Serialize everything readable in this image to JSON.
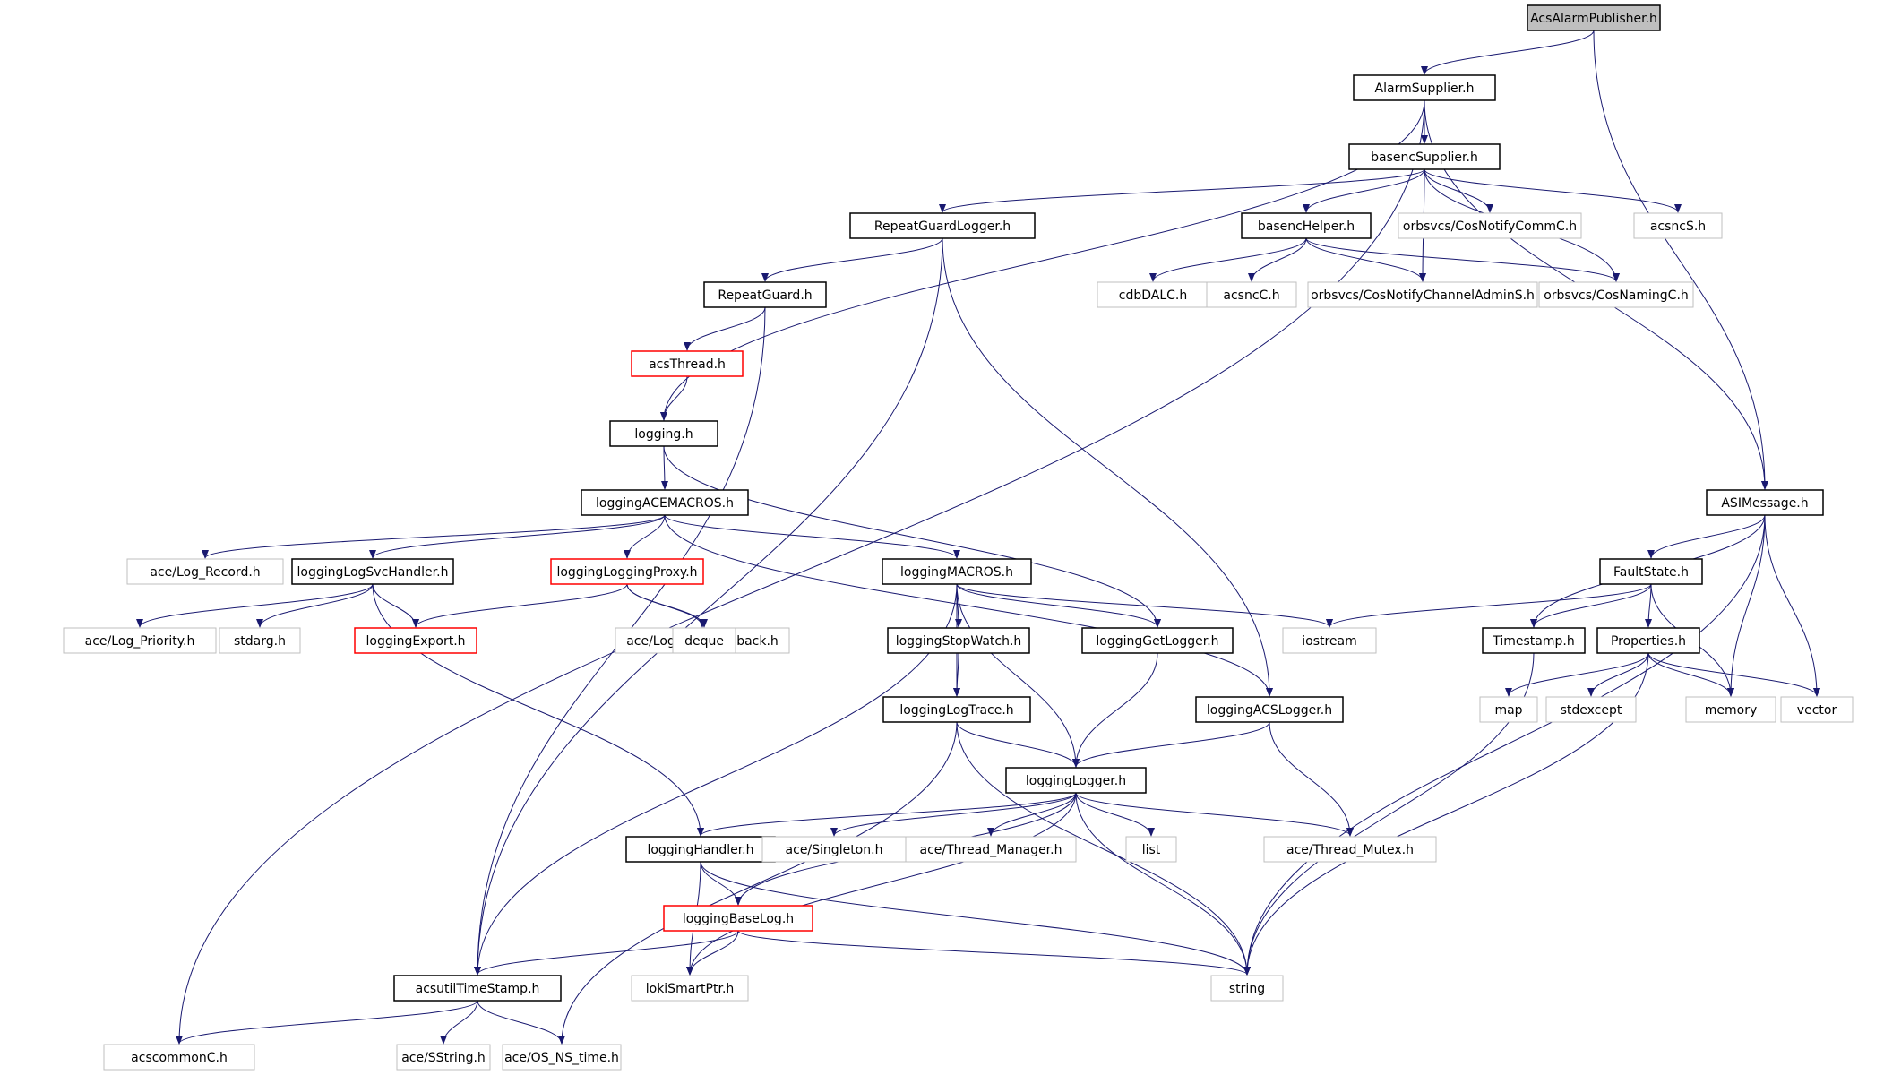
{
  "colors": {
    "edge": "#191970",
    "box_normal": "#000000",
    "box_external": "#bfbfbf",
    "box_truncated": "#ff0000",
    "root_fill": "#bfbfbf"
  },
  "nodes": [
    {
      "id": "root",
      "label": "AcsAlarmPublisher.h",
      "style": "root"
    },
    {
      "id": "alarm",
      "label": "AlarmSupplier.h",
      "style": "normal"
    },
    {
      "id": "basenc",
      "label": "basencSupplier.h",
      "style": "normal"
    },
    {
      "id": "rgl",
      "label": "RepeatGuardLogger.h",
      "style": "normal"
    },
    {
      "id": "bhelper",
      "label": "basencHelper.h",
      "style": "normal"
    },
    {
      "id": "commc",
      "label": "orbsvcs/CosNotifyCommC.h",
      "style": "external"
    },
    {
      "id": "acsncs",
      "label": "acsncS.h",
      "style": "external"
    },
    {
      "id": "rg",
      "label": "RepeatGuard.h",
      "style": "normal"
    },
    {
      "id": "cdbdalc",
      "label": "cdbDALC.h",
      "style": "external"
    },
    {
      "id": "acsncc",
      "label": "acsncC.h",
      "style": "external"
    },
    {
      "id": "chadmin",
      "label": "orbsvcs/CosNotifyChannelAdminS.h",
      "style": "external"
    },
    {
      "id": "naming",
      "label": "orbsvcs/CosNamingC.h",
      "style": "external"
    },
    {
      "id": "acsthread",
      "label": "acsThread.h",
      "style": "truncated"
    },
    {
      "id": "logging",
      "label": "logging.h",
      "style": "normal"
    },
    {
      "id": "lacem",
      "label": "loggingACEMACROS.h",
      "style": "normal"
    },
    {
      "id": "asimsg",
      "label": "ASIMessage.h",
      "style": "normal"
    },
    {
      "id": "logrec",
      "label": "ace/Log_Record.h",
      "style": "external"
    },
    {
      "id": "lsvc",
      "label": "loggingLogSvcHandler.h",
      "style": "normal"
    },
    {
      "id": "lproxy",
      "label": "loggingLoggingProxy.h",
      "style": "truncated"
    },
    {
      "id": "lmacros",
      "label": "loggingMACROS.h",
      "style": "normal"
    },
    {
      "id": "fault",
      "label": "FaultState.h",
      "style": "normal"
    },
    {
      "id": "logprio",
      "label": "ace/Log_Priority.h",
      "style": "external"
    },
    {
      "id": "stdarg",
      "label": "stdarg.h",
      "style": "external"
    },
    {
      "id": "lexport",
      "label": "loggingExport.h",
      "style": "truncated"
    },
    {
      "id": "logcb",
      "label": "ace/Log_Msg_Callback.h",
      "style": "external"
    },
    {
      "id": "deque",
      "label": "deque",
      "style": "external"
    },
    {
      "id": "lstop",
      "label": "loggingStopWatch.h",
      "style": "normal"
    },
    {
      "id": "lget",
      "label": "loggingGetLogger.h",
      "style": "normal"
    },
    {
      "id": "iostream",
      "label": "iostream",
      "style": "external"
    },
    {
      "id": "timestamp",
      "label": "Timestamp.h",
      "style": "normal"
    },
    {
      "id": "props",
      "label": "Properties.h",
      "style": "normal"
    },
    {
      "id": "ltrace",
      "label": "loggingLogTrace.h",
      "style": "normal"
    },
    {
      "id": "lacs",
      "label": "loggingACSLogger.h",
      "style": "normal"
    },
    {
      "id": "map",
      "label": "map",
      "style": "external"
    },
    {
      "id": "stdexc",
      "label": "stdexcept",
      "style": "external"
    },
    {
      "id": "memory",
      "label": "memory",
      "style": "external"
    },
    {
      "id": "vector",
      "label": "vector",
      "style": "external"
    },
    {
      "id": "llogger",
      "label": "loggingLogger.h",
      "style": "normal"
    },
    {
      "id": "lhandler",
      "label": "loggingHandler.h",
      "style": "normal"
    },
    {
      "id": "singleton",
      "label": "ace/Singleton.h",
      "style": "external"
    },
    {
      "id": "threadmgr",
      "label": "ace/Thread_Manager.h",
      "style": "external"
    },
    {
      "id": "list",
      "label": "list",
      "style": "external"
    },
    {
      "id": "mutex",
      "label": "ace/Thread_Mutex.h",
      "style": "external"
    },
    {
      "id": "lbase",
      "label": "loggingBaseLog.h",
      "style": "truncated"
    },
    {
      "id": "tstamp",
      "label": "acsutilTimeStamp.h",
      "style": "normal"
    },
    {
      "id": "loki",
      "label": "lokiSmartPtr.h",
      "style": "external"
    },
    {
      "id": "string",
      "label": "string",
      "style": "external"
    },
    {
      "id": "acscommon",
      "label": "acscommonC.h",
      "style": "external"
    },
    {
      "id": "sstring",
      "label": "ace/SString.h",
      "style": "external"
    },
    {
      "id": "nstime",
      "label": "ace/OS_NS_time.h",
      "style": "external"
    }
  ]
}
